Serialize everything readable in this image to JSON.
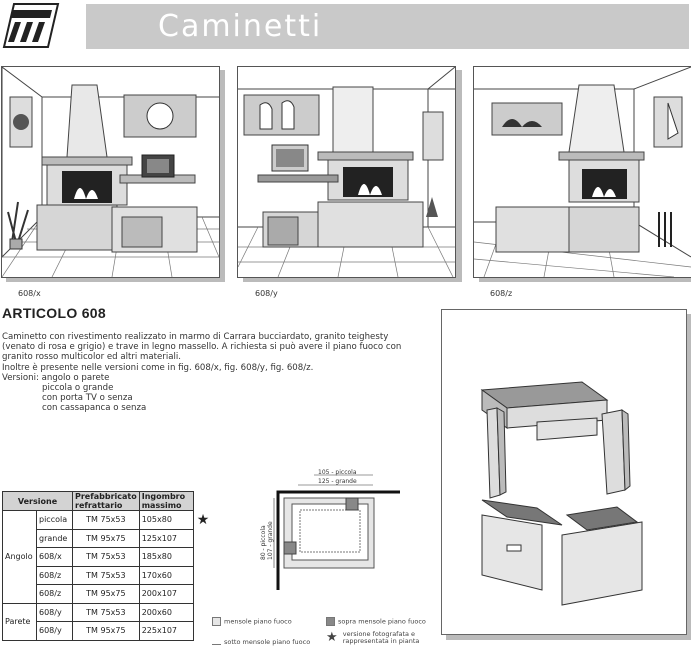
{
  "header": {
    "title": "Caminetti"
  },
  "scenes": [
    {
      "caption": "608/x"
    },
    {
      "caption": "608/y"
    },
    {
      "caption": "608/z"
    }
  ],
  "article": {
    "title": "ARTICOLO 608",
    "lines": [
      "Caminetto  con  rivestimento  realizzato  in  marmo di Carrara bucciardato, granito  teighesty",
      "(venato di rosa e grigio) e trave in legno massello. A richiesta si può avere il piano fuoco con",
      "granito rosso multicolor ed altri materiali.",
      "Inoltre è presente nelle versioni come in fig. 608/x, fig. 608/y, fig. 608/z.",
      "Versioni:  angolo o parete"
    ],
    "version_lines": [
      "piccola o grande",
      "con porta TV o senza",
      "con cassapanca o senza"
    ]
  },
  "table": {
    "headers": {
      "versione": "Versione",
      "prefab": "Prefabbricato refrattario",
      "ingombro": "Ingombro massimo"
    },
    "groups": [
      {
        "name": "Angolo",
        "rows": [
          {
            "size": "piccola",
            "prefab": "TM 75x53",
            "ingombro": "105x80",
            "star": "★"
          },
          {
            "size": "grande",
            "prefab": "TM 95x75",
            "ingombro": "125x107",
            "star": ""
          },
          {
            "size": "608/x",
            "prefab": "TM 75x53",
            "ingombro": "185x80",
            "star": ""
          },
          {
            "size": "608/z",
            "prefab": "TM 75x53",
            "ingombro": "170x60",
            "star": ""
          },
          {
            "size": "608/z",
            "prefab": "TM 95x75",
            "ingombro": "200x107",
            "star": ""
          }
        ]
      },
      {
        "name": "Parete",
        "rows": [
          {
            "size": "608/y",
            "prefab": "TM 75x53",
            "ingombro": "200x60",
            "star": ""
          },
          {
            "size": "608/y",
            "prefab": "TM 95x75",
            "ingombro": "225x107",
            "star": ""
          }
        ]
      }
    ]
  },
  "plan": {
    "dim_top_1": "105 - piccola",
    "dim_top_2": "125 - grande",
    "dim_left_1": "80 - piccola",
    "dim_left_2": "107 - grande"
  },
  "legend": {
    "l1": "mensole piano fuoco",
    "l2": "sopra mensole piano fuoco",
    "l3": "sotto mensole piano fuoco",
    "l4a": "versione fotografata e",
    "l4b": "rappresentata in pianta",
    "star": "★"
  }
}
